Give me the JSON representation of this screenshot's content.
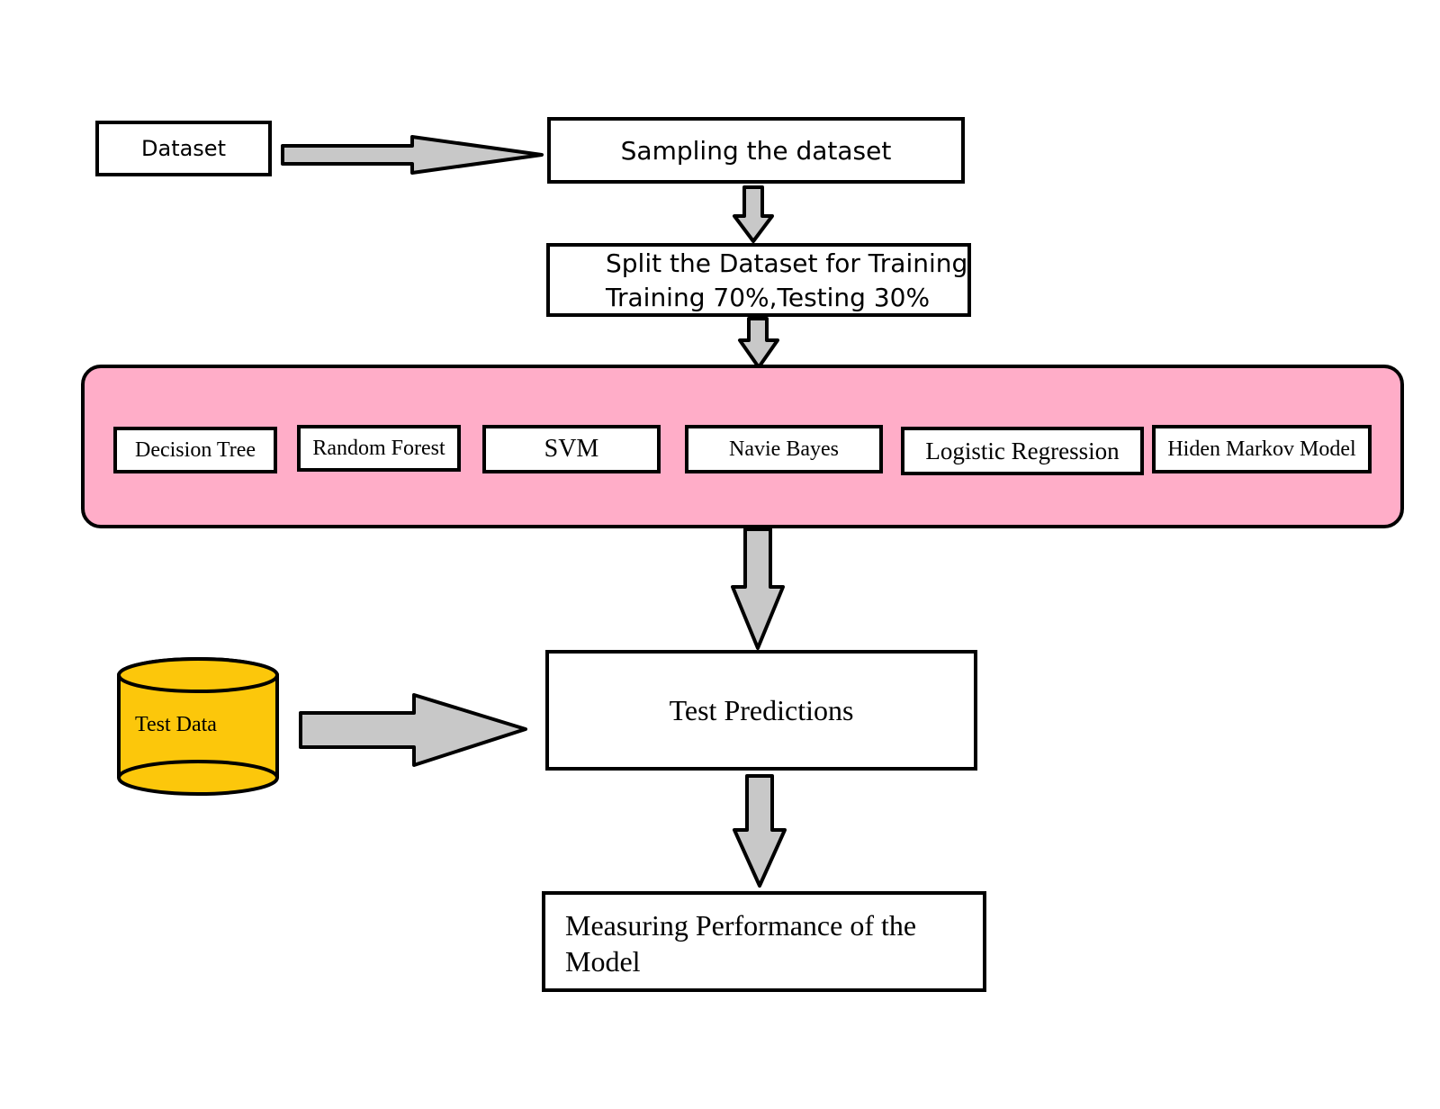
{
  "colors": {
    "arrow_fill": "#c8c8c8",
    "panel_fill": "#ffadc8",
    "cylinder_fill": "#fcc70b",
    "stroke": "#000000"
  },
  "nodes": {
    "dataset": "Dataset",
    "sampling": "Sampling the dataset",
    "split_line1": "Split the Dataset for Training",
    "split_line2": "Training 70%,Testing 30%",
    "test_data": "Test Data",
    "test_predictions": "Test Predictions",
    "measure_line1": "Measuring Performance of the",
    "measure_line2": "Model"
  },
  "algorithms": [
    "Decision Tree",
    "Random Forest",
    "SVM",
    "Navie Bayes",
    "Logistic Regression",
    "Hiden Markov Model"
  ]
}
